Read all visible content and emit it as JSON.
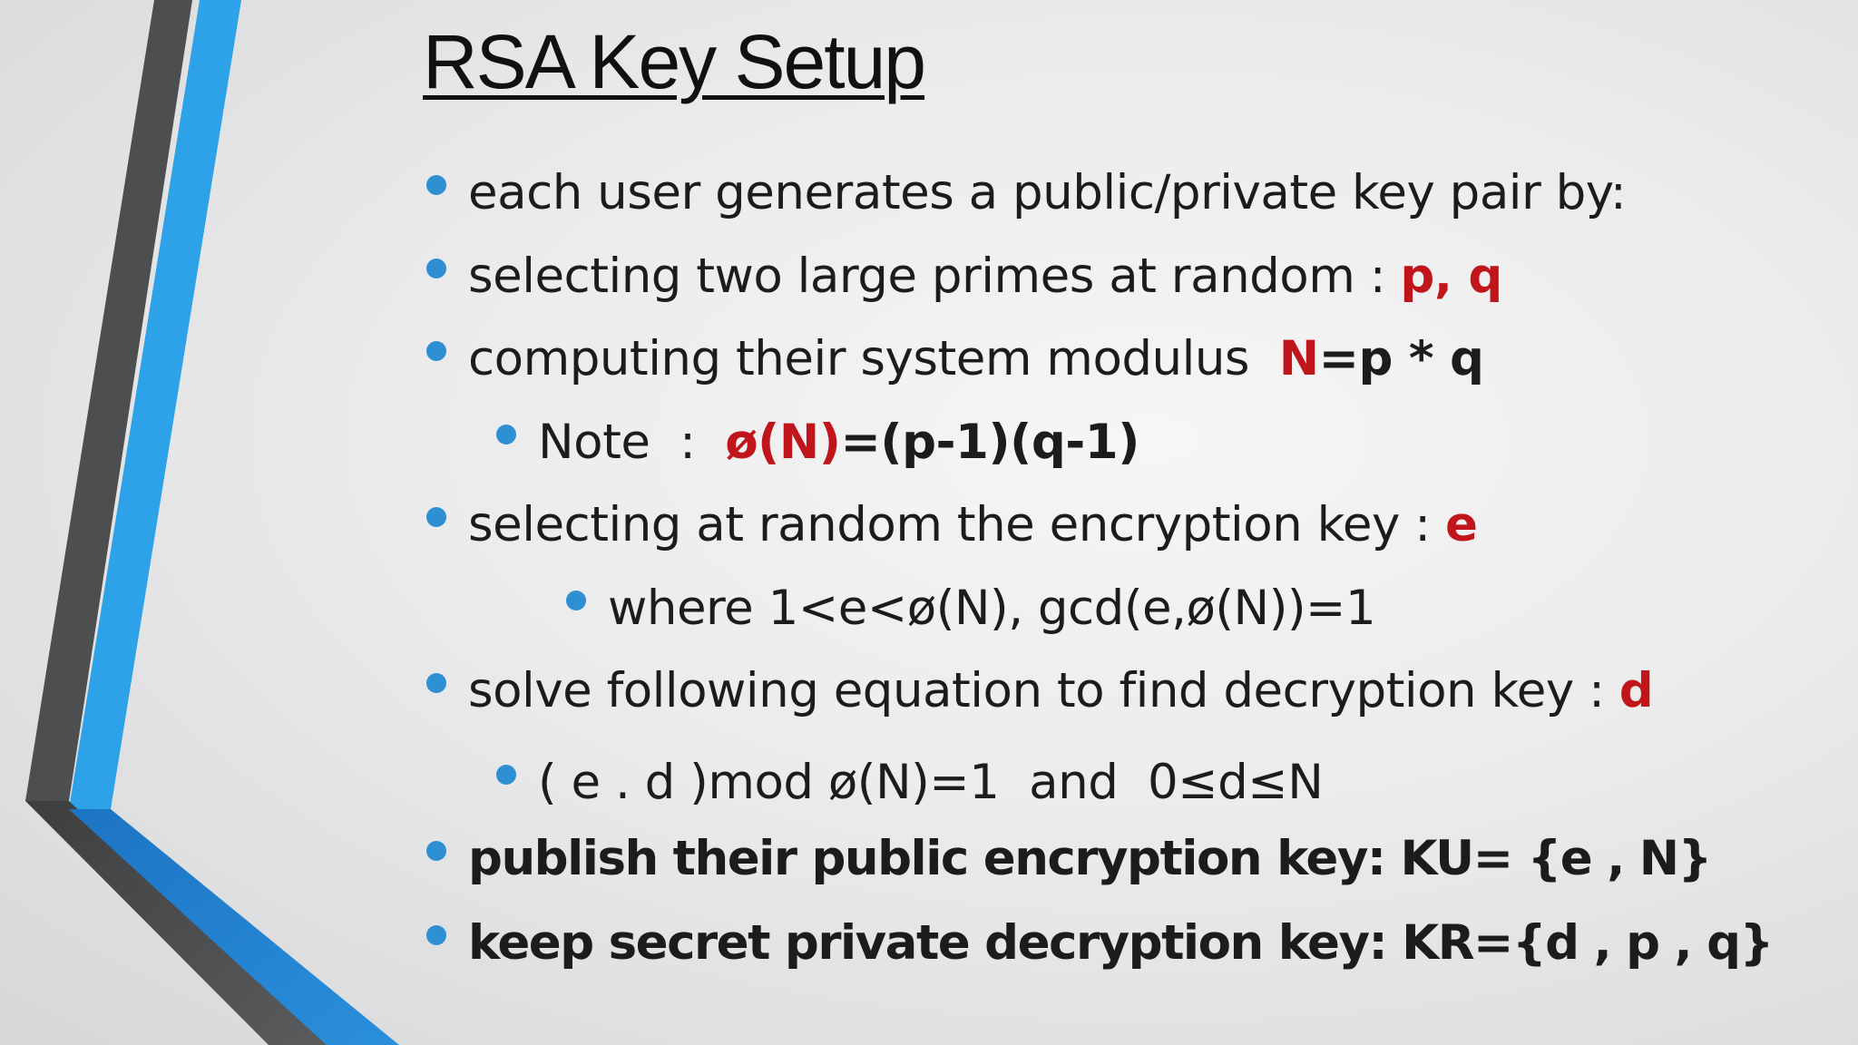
{
  "slide": {
    "title": "RSA Key Setup",
    "bullets": [
      {
        "parts": [
          {
            "text": "each user generates a public/private key pair by:"
          }
        ]
      },
      {
        "parts": [
          {
            "text": "selecting two large primes at random : "
          },
          {
            "text": "p, q"
          }
        ]
      },
      {
        "parts": [
          {
            "text": "computing their system modulus  "
          },
          {
            "text": "N"
          },
          {
            "text": "=p * q"
          }
        ]
      },
      {
        "parts": [
          {
            "text": "Note  :  "
          },
          {
            "text": "ø(N)"
          },
          {
            "text": "=(p-1)(q-1)"
          }
        ]
      },
      {
        "parts": [
          {
            "text": "selecting at random the encryption key : "
          },
          {
            "text": "e"
          }
        ]
      },
      {
        "parts": [
          {
            "text": "where 1<e<ø(N), gcd(e,ø(N))=1"
          }
        ]
      },
      {
        "parts": [
          {
            "text": "solve following equation to find decryption key : "
          },
          {
            "text": "d"
          }
        ]
      },
      {
        "parts": [
          {
            "text": "( e . d )mod ø(N)=1  and  0≤d≤N"
          }
        ]
      },
      {
        "parts": [
          {
            "text": "publish their public encryption key: KU= {e , N}"
          }
        ]
      },
      {
        "parts": [
          {
            "text": "keep secret private decryption key: KR={d , p , q}"
          }
        ]
      }
    ]
  },
  "colors": {
    "accent_blue": "#2e8fd3",
    "highlight_red": "#c0161b",
    "stripe_dark": "#4a4b4d"
  }
}
